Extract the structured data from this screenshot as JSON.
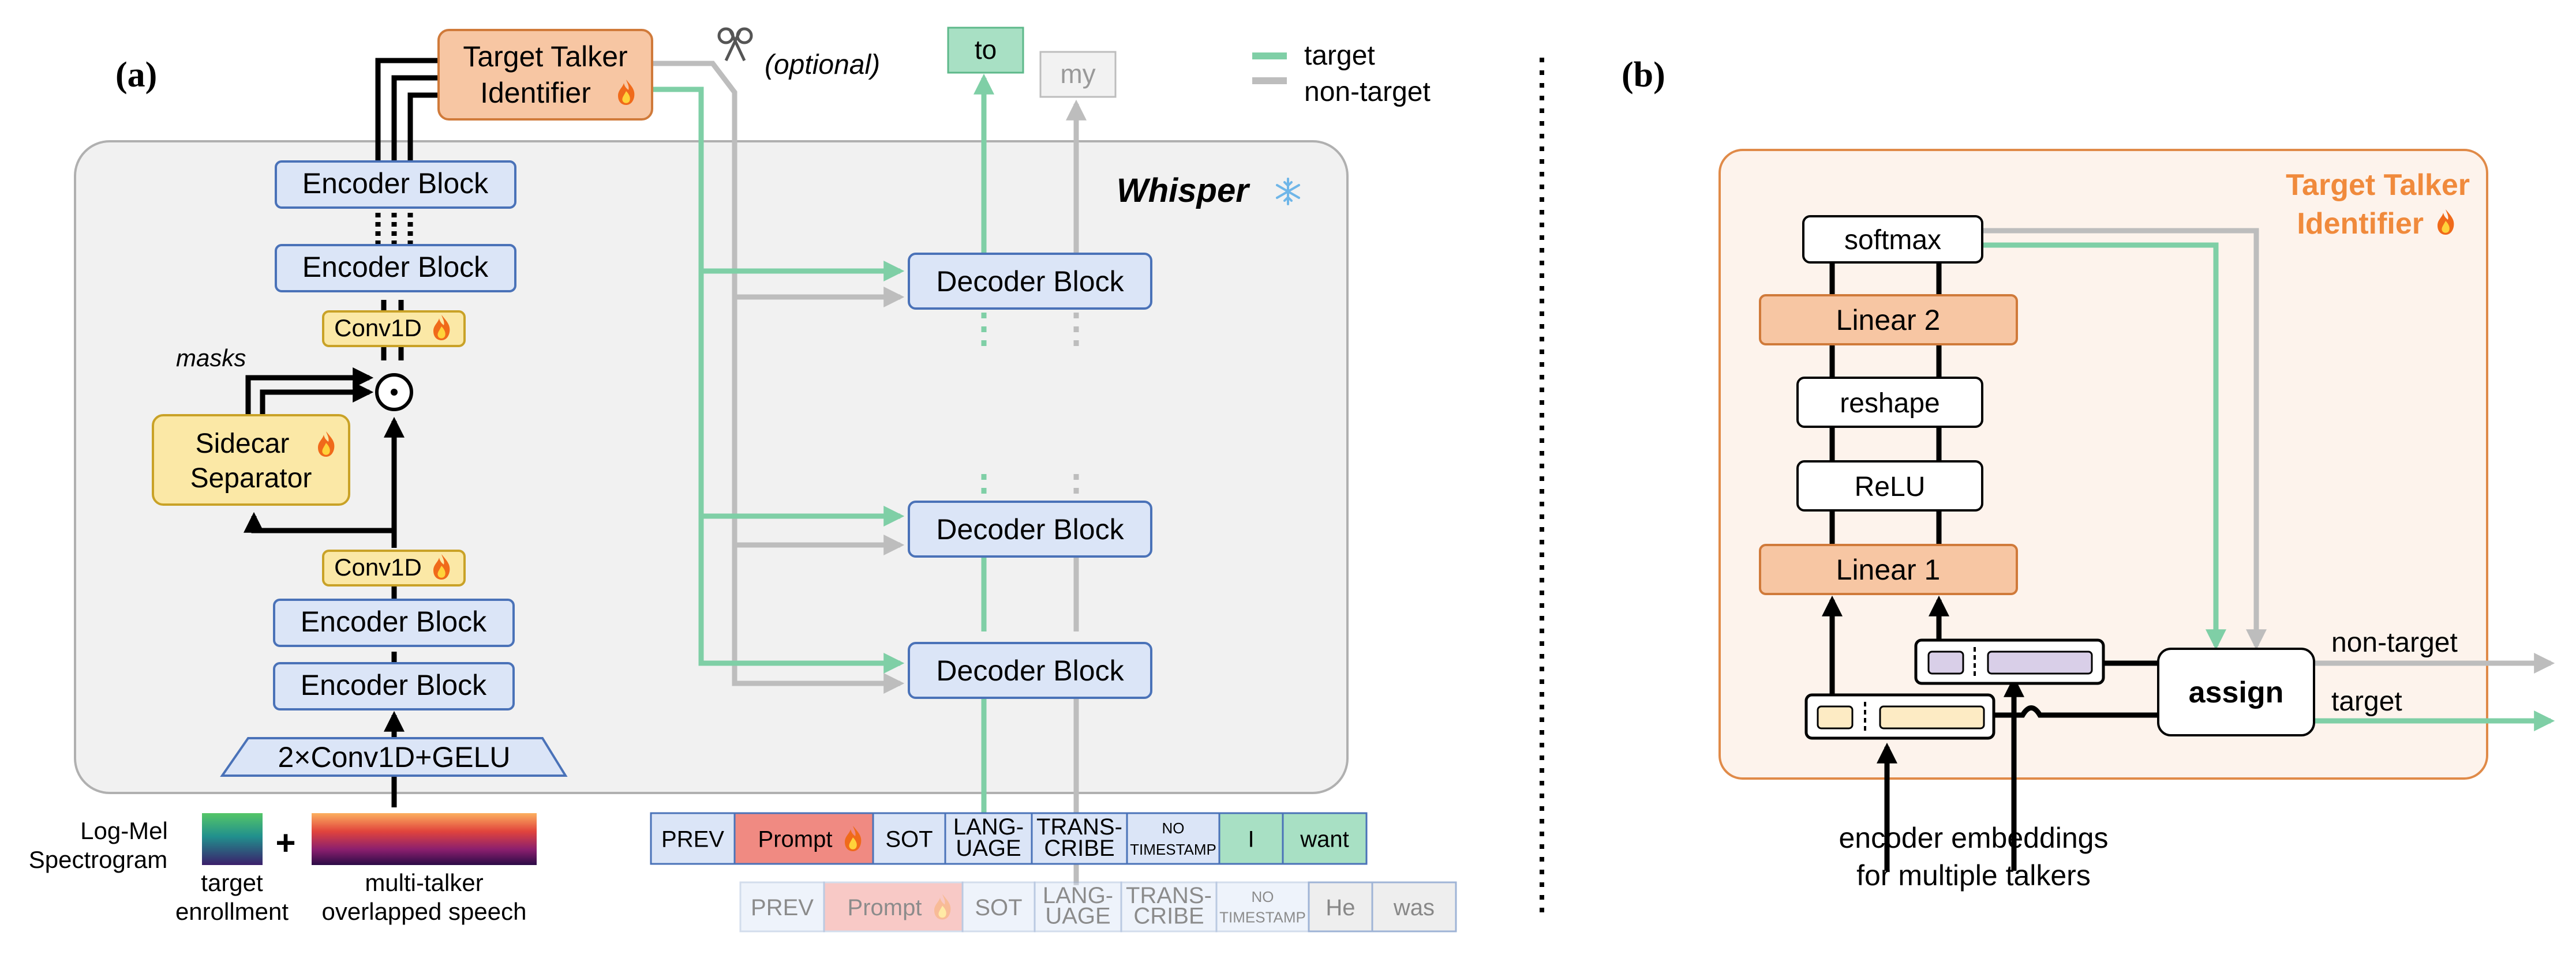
{
  "panel_a": {
    "label": "(a)",
    "whisper_title": "Whisper",
    "target_talker_identifier": [
      "Target Talker",
      "Identifier"
    ],
    "optional_label": "(optional)",
    "encoder_block": "Encoder Block",
    "conv1d": "Conv1D",
    "masks_label": "masks",
    "sidecar_separator": [
      "Sidecar",
      "Separator"
    ],
    "stem_block": "2×Conv1D+GELU",
    "decoder_block": "Decoder Block",
    "spectrogram_label": [
      "Log-Mel",
      "Spectrogram"
    ],
    "plus": "+",
    "target_enrollment": [
      "target",
      "enrollment"
    ],
    "multi_talker": [
      "multi-talker",
      "overlapped speech"
    ],
    "output_target_token": "to",
    "output_nontarget_token": "my",
    "target_tokens": [
      {
        "text": [
          "PREV"
        ],
        "kind": "blue"
      },
      {
        "text": [
          "Prompt"
        ],
        "kind": "red",
        "fire": true
      },
      {
        "text": [
          "SOT"
        ],
        "kind": "blue"
      },
      {
        "text": [
          "LANG-",
          "UAGE"
        ],
        "kind": "blue"
      },
      {
        "text": [
          "TRANS-",
          "CRIBE"
        ],
        "kind": "blue"
      },
      {
        "text": [
          "NO",
          "TIMESTAMP"
        ],
        "kind": "blue",
        "small": true
      },
      {
        "text": [
          "I"
        ],
        "kind": "green"
      },
      {
        "text": [
          "want"
        ],
        "kind": "green"
      }
    ],
    "nontarget_tokens": [
      {
        "text": [
          "PREV"
        ],
        "kind": "blue"
      },
      {
        "text": [
          "Prompt"
        ],
        "kind": "red",
        "fire": true
      },
      {
        "text": [
          "SOT"
        ],
        "kind": "blue"
      },
      {
        "text": [
          "LANG-",
          "UAGE"
        ],
        "kind": "blue"
      },
      {
        "text": [
          "TRANS-",
          "CRIBE"
        ],
        "kind": "blue"
      },
      {
        "text": [
          "NO",
          "TIMESTAMP"
        ],
        "kind": "blue",
        "small": true
      },
      {
        "text": [
          "He"
        ],
        "kind": "gray"
      },
      {
        "text": [
          "was"
        ],
        "kind": "gray"
      }
    ]
  },
  "legend": {
    "target": "target",
    "non_target": "non-target"
  },
  "panel_b": {
    "label": "(b)",
    "title": [
      "Target Talker",
      "Identifier"
    ],
    "softmax": "softmax",
    "linear2": "Linear 2",
    "reshape": "reshape",
    "relu": "ReLU",
    "linear1": "Linear 1",
    "assign": "assign",
    "non_target": "non-target",
    "target": "target",
    "encoder_embeddings": [
      "encoder embeddings",
      "for multiple talkers"
    ]
  },
  "colors": {
    "target": "#7fcfa6",
    "non_target": "#bdbdbd",
    "encoder_fill": "#dbe5f7",
    "encoder_stroke": "#4a72b8",
    "orange_fill": "#f7c6a3",
    "orange_stroke": "#d07a3a",
    "yellow_fill": "#fbe8a6",
    "yellow_stroke": "#c9a227",
    "whisper_bg": "#f1f1f1",
    "panel_b_bg": "#fdf3ec",
    "panel_b_title": "#f08a3c"
  }
}
